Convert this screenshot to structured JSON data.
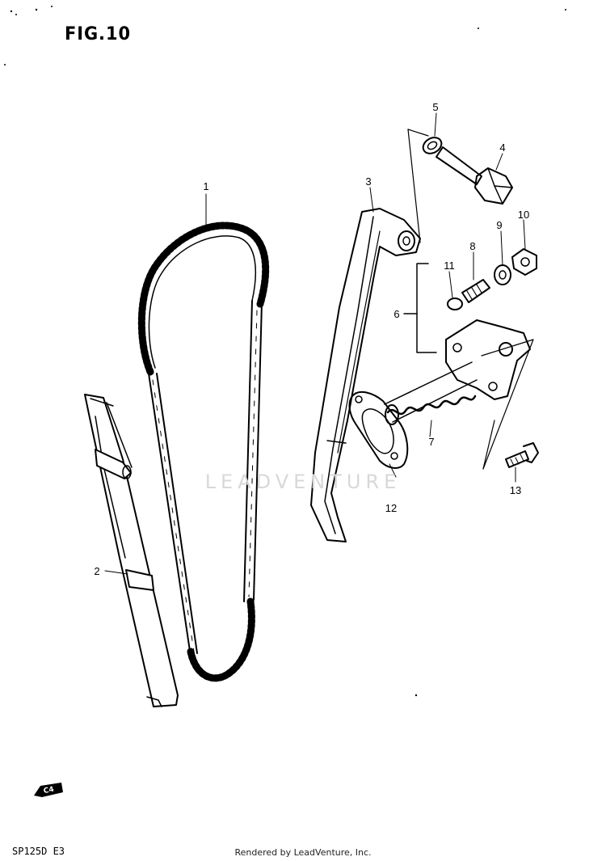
{
  "figure": {
    "title": "FIG.10",
    "model_code": "SP125D  E3",
    "footer": "Rendered by LeadVenture, Inc.",
    "watermark": "LEADVENTURE"
  },
  "callouts": [
    {
      "id": "1",
      "label": "1"
    },
    {
      "id": "2",
      "label": "2"
    },
    {
      "id": "3",
      "label": "3"
    },
    {
      "id": "4",
      "label": "4"
    },
    {
      "id": "5",
      "label": "5"
    },
    {
      "id": "6",
      "label": "6"
    },
    {
      "id": "7",
      "label": "7"
    },
    {
      "id": "8",
      "label": "8"
    },
    {
      "id": "9",
      "label": "9"
    },
    {
      "id": "10",
      "label": "10"
    },
    {
      "id": "11",
      "label": "11"
    },
    {
      "id": "12",
      "label": "12"
    },
    {
      "id": "13",
      "label": "13"
    }
  ],
  "ref_tag": "C4",
  "colors": {
    "ink": "#000000",
    "paper": "#ffffff",
    "watermark": "#d8d8d8"
  }
}
